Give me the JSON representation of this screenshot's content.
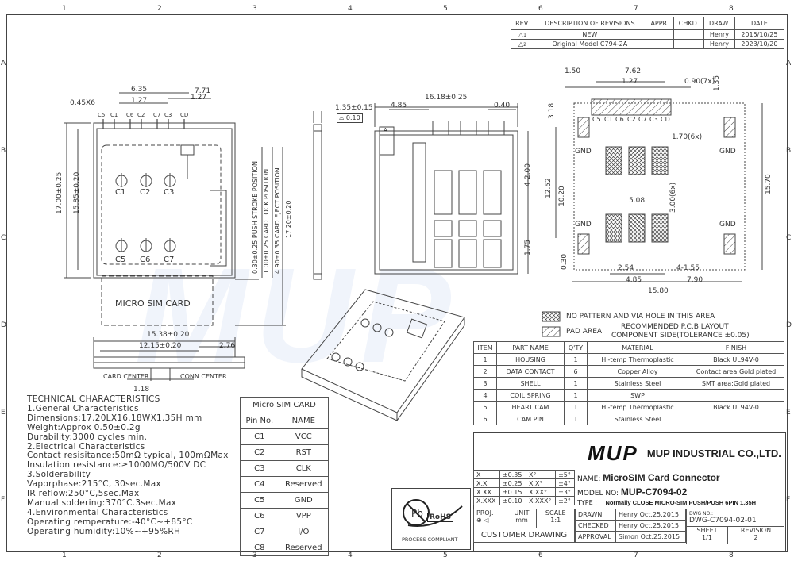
{
  "border": {
    "columns": [
      "1",
      "2",
      "3",
      "4",
      "5",
      "6",
      "7",
      "8"
    ],
    "rows": [
      "A",
      "B",
      "C",
      "D",
      "E",
      "F"
    ]
  },
  "revisions": {
    "headers": [
      "REV.",
      "DESCRIPTION OF REVISIONS",
      "APPR.",
      "CHKD.",
      "DRAW.",
      "DATE"
    ],
    "rows": [
      {
        "rev": "1",
        "desc": "NEW",
        "appr": "",
        "chkd": "",
        "draw": "Henry",
        "date": "2015/10/25"
      },
      {
        "rev": "2",
        "desc": "Original Model C794-2A",
        "appr": "",
        "chkd": "",
        "draw": "Henry",
        "date": "2023/10/20"
      }
    ]
  },
  "top_view": {
    "dims": [
      "0.45X6",
      "6.35",
      "7.71",
      "1.27",
      "1.27",
      "17.00±0.25",
      "15.85±0.20",
      "15.38±0.20",
      "12.15±0.20",
      "2.76",
      "1.18"
    ],
    "pins_top": [
      "C5",
      "C1",
      "C6",
      "C2",
      "C7",
      "C3",
      "CD"
    ],
    "pads": [
      "C1",
      "C2",
      "C3",
      "C5",
      "C6",
      "C7"
    ],
    "card_label": "MICRO SIM CARD",
    "card_center": "CARD CENTER",
    "conn_center": "CONN CENTER",
    "positions": [
      "0.30±0.25 PUSH STROKE POSITION",
      "1.00±0.25 CARD LOCK POSITION",
      "4.90±0.35 CARD EJECT POSITION",
      "17.20±0.20"
    ]
  },
  "side_view": {
    "dims": [
      "1.35±0.15"
    ],
    "tolerance": "0.10"
  },
  "bottom_view": {
    "dims": [
      "16.18±0.25",
      "4.85",
      "0.40",
      "4-2.00",
      "12.52",
      "1.75"
    ],
    "label_a": "A"
  },
  "pcb_layout": {
    "dims": [
      "1.50",
      "7.62",
      "1.27",
      "0.90(7x)",
      "1.35",
      "3.18",
      "1.70(6x)",
      "15.70",
      "10.20",
      "5.08",
      "3.00(6x)",
      "2.54",
      "4-1.55",
      "4.85",
      "7.90",
      "15.80",
      "0.30"
    ],
    "pins": [
      "C5",
      "C1",
      "C6",
      "C2",
      "C7",
      "C3",
      "CD"
    ],
    "gnd": "GND",
    "legend_hatch": "NO PATTERN AND VIA HOLE IN THIS AREA",
    "legend_pad": "PAD AREA",
    "legend_note_1": "RECOMMENDED P.C.B LAYOUT",
    "legend_note_2": "COMPONENT SIDE(TOLERANCE ±0.05)"
  },
  "tech": {
    "title": "TECHNICAL CHARACTERISTICS",
    "lines": [
      "1.General Characteristics",
      "Dimensions:17.20LX16.18WX1.35H mm",
      "Weight:Approx 0.50±0.2g",
      "Durability:3000 cycles min.",
      "2.Electrical Characteristics",
      "Contact resisitance:50mΩ typical, 100mΩMax",
      "Insulation resistance:≥1000MΩ/500V DC",
      "3.Solderability",
      "Vaporphase:215°C, 30sec.Max",
      "IR reflow:250°C,5sec.Max",
      "Manual soldering:370°C.3sec.Max",
      "4.Environmental Characteristics",
      "Operating remperature:-40°C~+85°C",
      "Operating humidity:10%~+95%RH"
    ]
  },
  "sim_table": {
    "title": "Micro SIM CARD",
    "headers": [
      "Pin No.",
      "NAME"
    ],
    "rows": [
      [
        "C1",
        "VCC"
      ],
      [
        "C2",
        "RST"
      ],
      [
        "C3",
        "CLK"
      ],
      [
        "C4",
        "Reserved"
      ],
      [
        "C5",
        "GND"
      ],
      [
        "C6",
        "VPP"
      ],
      [
        "C7",
        "I/O"
      ],
      [
        "C8",
        "Reserved"
      ]
    ]
  },
  "bom": {
    "headers": [
      "ITEM",
      "PART NAME",
      "Q'TY",
      "MATERIAL",
      "FINISH"
    ],
    "rows": [
      [
        "1",
        "HOUSING",
        "1",
        "Hi-temp Thermoplastic",
        "Black UL94V-0"
      ],
      [
        "2",
        "DATA CONTACT",
        "6",
        "Copper Alloy",
        "Contact area:Gold plated"
      ],
      [
        "3",
        "SHELL",
        "1",
        "Stainless Steel",
        "SMT area:Gold plated"
      ],
      [
        "4",
        "COIL SPRING",
        "1",
        "SWP",
        ""
      ],
      [
        "5",
        "HEART CAM",
        "1",
        "Hi-temp Thermoplastic",
        "Black UL94V-0"
      ],
      [
        "6",
        "CAM PIN",
        "1",
        "Stainless Steel",
        ""
      ]
    ]
  },
  "tolerances": [
    [
      "X",
      "±0.35",
      "X°",
      "±5°"
    ],
    [
      "X.X",
      "±0.25",
      "X.X°",
      "±4°"
    ],
    [
      "X.XX",
      "±0.15",
      "X.XX°",
      "±3°"
    ],
    [
      "X.XXX",
      "±0.10",
      "X.XXX°",
      "±2°"
    ]
  ],
  "title_block": {
    "logo": "MUP",
    "company": "MUP INDUSTRIAL CO.,LTD.",
    "name_label": "NAME:",
    "name": "MicroSIM Card Connector",
    "model_label": "MODEL NO:",
    "model": "MUP-C7094-02",
    "type_label": "TYPE :",
    "type": "Normally CLOSE MICRO-SIM PUSH/PUSH 6PIN 1.35H",
    "proj_label": "PROJ.",
    "unit_label": "UNIT",
    "unit": "mm",
    "scale_label": "SCALE",
    "scale": "1:1",
    "customer": "CUSTOMER DRAWING",
    "drawn_label": "DRAWN",
    "drawn": "Henry Oct.25.2015",
    "checked_label": "CHECKED",
    "checked": "Henry Oct.25.2015",
    "approval_label": "APPROVAL",
    "approval": "Simon Oct.25.2015",
    "dwg_label": "DWG NO.:",
    "dwg": "DWG-C7094-02-01",
    "sheet_label": "SHEET",
    "sheet": "1/1",
    "revision_label": "REVISION",
    "revision": "2",
    "rohs": "RoHS",
    "rohs_sub": "PROCESS COMPLIANT"
  },
  "watermark": "MUP"
}
